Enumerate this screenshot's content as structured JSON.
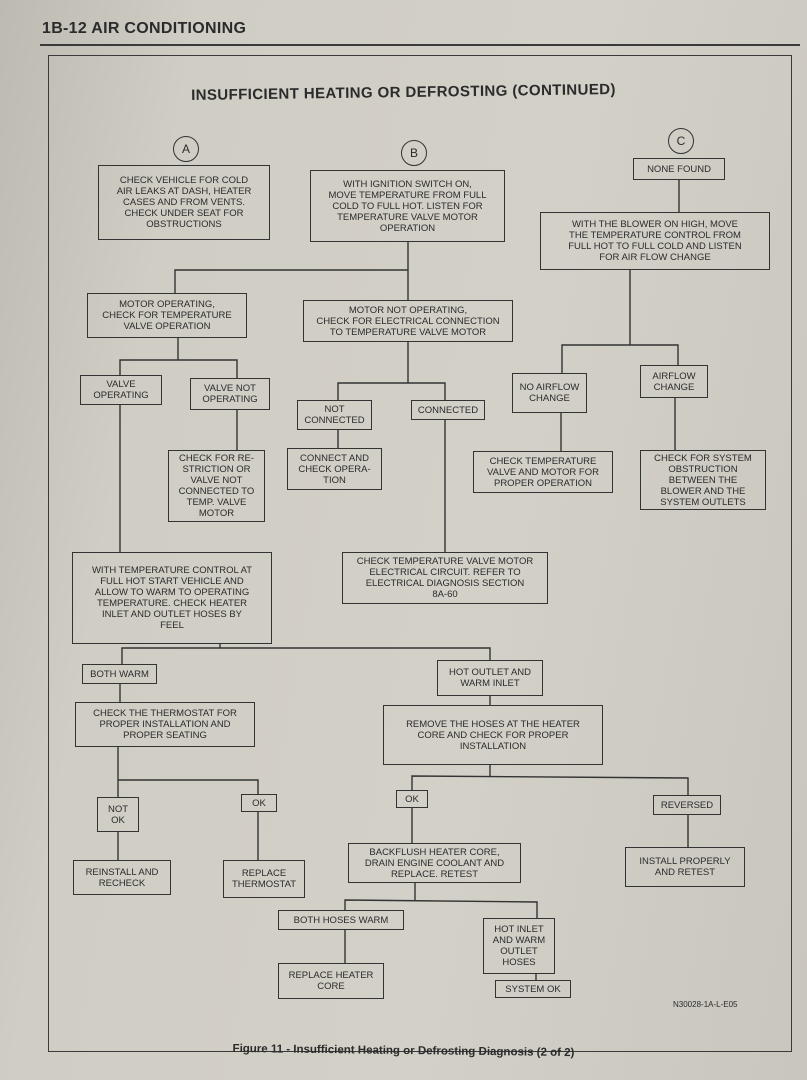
{
  "header": "1B-12 AIR CONDITIONING",
  "title": "INSUFFICIENT HEATING OR DEFROSTING (CONTINUED)",
  "connectors": [
    "A",
    "B",
    "C"
  ],
  "boxes": {
    "a_check_leaks": "CHECK VEHICLE FOR COLD\nAIR LEAKS AT DASH, HEATER\nCASES AND FROM VENTS.\nCHECK UNDER SEAT FOR\nOBSTRUCTIONS",
    "b_ignition": "WITH IGNITION SWITCH ON,\nMOVE TEMPERATURE FROM FULL\nCOLD TO FULL HOT. LISTEN FOR\nTEMPERATURE VALVE MOTOR\nOPERATION",
    "c_none_found": "NONE FOUND",
    "c_blower": "WITH THE BLOWER ON HIGH, MOVE\nTHE TEMPERATURE CONTROL FROM\nFULL HOT TO FULL COLD AND LISTEN\nFOR AIR FLOW CHANGE",
    "motor_operating": "MOTOR OPERATING,\nCHECK FOR TEMPERATURE\nVALVE OPERATION",
    "motor_not_operating": "MOTOR NOT OPERATING,\nCHECK FOR ELECTRICAL CONNECTION\nTO TEMPERATURE VALVE MOTOR",
    "valve_operating": "VALVE\nOPERATING",
    "valve_not_operating": "VALVE NOT\nOPERATING",
    "not_connected": "NOT\nCONNECTED",
    "connected": "CONNECTED",
    "no_airflow_change": "NO AIRFLOW\nCHANGE",
    "airflow_change": "AIRFLOW\nCHANGE",
    "check_restriction": "CHECK FOR RE-\nSTRICTION OR\nVALVE NOT\nCONNECTED TO\nTEMP. VALVE\nMOTOR",
    "connect_check": "CONNECT AND\nCHECK OPERA-\nTION",
    "check_valve_motor": "CHECK TEMPERATURE\nVALVE AND MOTOR FOR\nPROPER OPERATION",
    "check_obstruction": "CHECK FOR SYSTEM\nOBSTRUCTION\nBETWEEN THE\nBLOWER AND THE\nSYSTEM OUTLETS",
    "full_hot_start": "WITH TEMPERATURE CONTROL AT\nFULL HOT START VEHICLE AND\nALLOW TO WARM TO OPERATING\nTEMPERATURE. CHECK HEATER\nINLET AND OUTLET HOSES BY\nFEEL",
    "check_circuit": "CHECK TEMPERATURE VALVE MOTOR\nELECTRICAL CIRCUIT. REFER TO\nELECTRICAL DIAGNOSIS SECTION\n8A-60",
    "both_warm": "BOTH WARM",
    "hot_outlet_warm_inlet": "HOT OUTLET AND\nWARM INLET",
    "check_thermostat": "CHECK THE THERMOSTAT FOR\nPROPER INSTALLATION AND\nPROPER SEATING",
    "remove_hoses": "REMOVE THE HOSES AT THE HEATER\nCORE AND CHECK FOR PROPER\nINSTALLATION",
    "not_ok": "NOT\nOK",
    "ok_left": "OK",
    "ok_right": "OK",
    "reversed": "REVERSED",
    "reinstall": "REINSTALL AND\nRECHECK",
    "replace_thermostat": "REPLACE\nTHERMOSTAT",
    "backflush": "BACKFLUSH HEATER CORE,\nDRAIN ENGINE COOLANT AND\nREPLACE. RETEST",
    "install_properly": "INSTALL PROPERLY\nAND RETEST",
    "both_hoses_warm": "BOTH HOSES WARM",
    "hot_inlet_warm_outlet": "HOT INLET\nAND WARM\nOUTLET\nHOSES",
    "replace_heater_core": "REPLACE HEATER\nCORE",
    "system_ok": "SYSTEM OK"
  },
  "figure_code": "N30028-1A-L-E05",
  "caption": "Figure 11 - Insufficient Heating or Defrosting Diagnosis (2 of 2)"
}
